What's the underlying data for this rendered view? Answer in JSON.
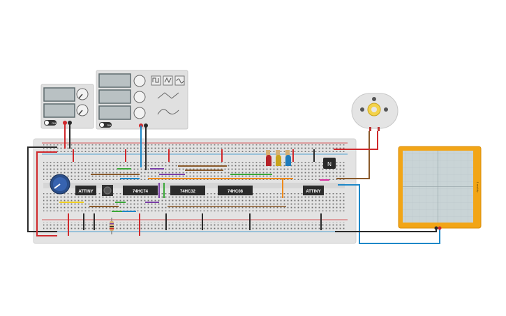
{
  "chips": [
    {
      "name": "attiny-left",
      "label": "ATTINY"
    },
    {
      "name": "ic-74hc74",
      "label": "74HC74"
    },
    {
      "name": "ic-74hc32",
      "label": "74HC32"
    },
    {
      "name": "ic-74hc08",
      "label": "74HC08"
    },
    {
      "name": "attiny-right",
      "label": "ATTINY"
    }
  ],
  "transistor": {
    "label": "N"
  },
  "oscilloscope": {
    "side_label": "1 ms/div"
  },
  "power_supply": {
    "switch_label": "ON"
  },
  "function_generator": {
    "switch_label": "ON"
  },
  "colors": {
    "board": "#e3e3e3",
    "red": "#d0282c",
    "black": "#2a2a2a",
    "blue": "#1e88c8",
    "green": "#3aa838",
    "purple": "#7b3fa8",
    "orange": "#ef8a1a",
    "brown": "#8a5a2b",
    "yellow": "#f0d020",
    "scope": "#f2a516",
    "scope_screen": "#c9d4d6"
  }
}
